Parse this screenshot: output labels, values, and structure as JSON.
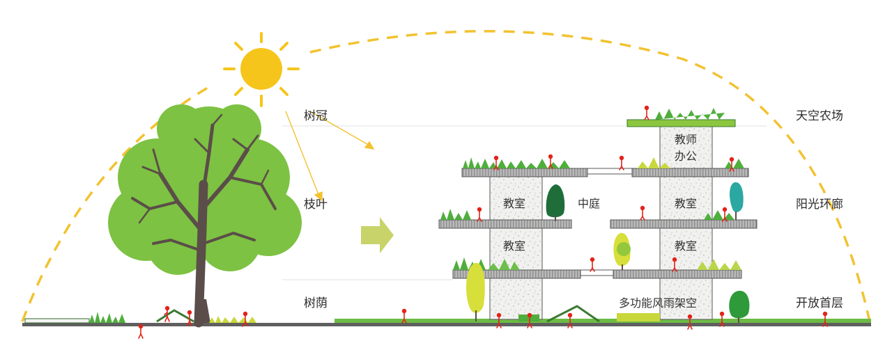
{
  "labels": {
    "crown": "树冠",
    "branch": "枝叶",
    "shade": "树荫",
    "sky_farm": "天空农场",
    "sunny_corridor": "阳光环廊",
    "open_ground": "开放首层"
  },
  "rooms": {
    "teacher_office_1": "教师",
    "teacher_office_2": "办公",
    "classroom_a": "教室",
    "classroom_b": "教室",
    "classroom_c": "教室",
    "classroom_d": "教室",
    "courtyard": "中庭",
    "pilotis": "多功能风雨架空"
  },
  "colors": {
    "sun": "#f6c51c",
    "arc": "#f2c230",
    "tree_green": "#7dc242",
    "trunk": "#5b4d49",
    "arrow": "#c8d36a",
    "slab": "#9a9a9a",
    "grass": "#4fae3c",
    "people": "#e2231a"
  }
}
